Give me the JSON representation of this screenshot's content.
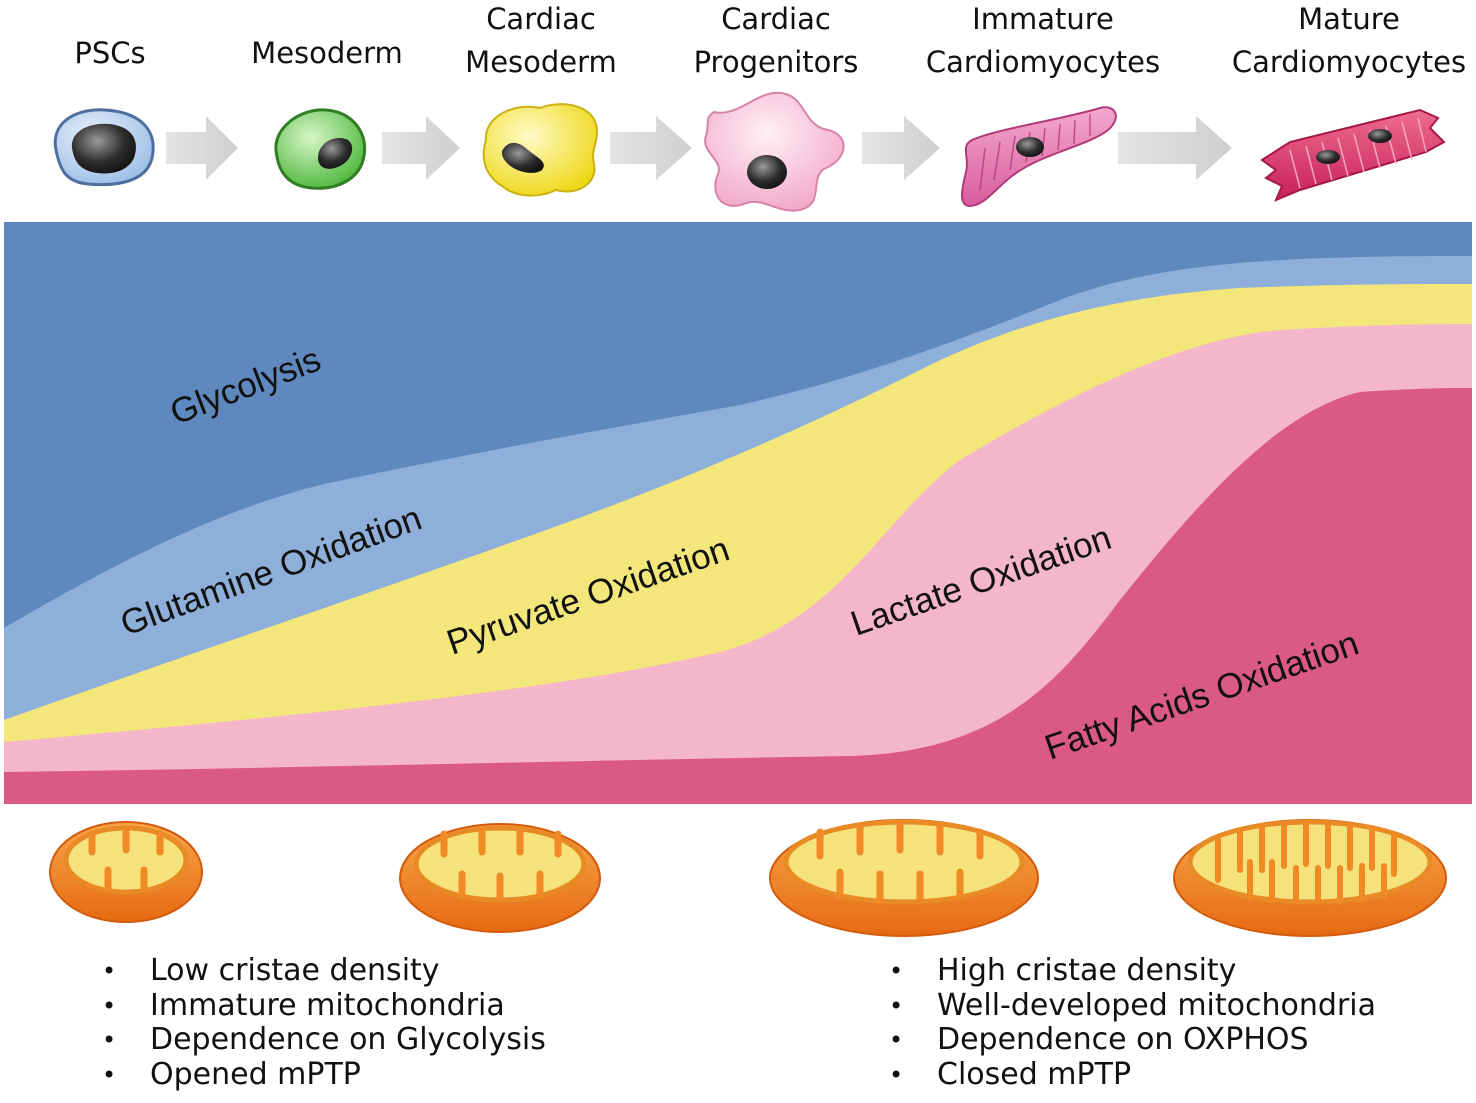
{
  "stages": [
    {
      "line1": "",
      "line2": "PSCs",
      "color": "#a9c7ea"
    },
    {
      "line1": "",
      "line2": "Mesoderm",
      "color": "#5cc24a"
    },
    {
      "line1": "Cardiac",
      "line2": "Mesoderm",
      "color": "#f4e51c"
    },
    {
      "line1": "Cardiac",
      "line2": "Progenitors",
      "color": "#f6b6d0"
    },
    {
      "line1": "Immature",
      "line2": "Cardiomyocytes",
      "color": "#e06aa8"
    },
    {
      "line1": "Mature",
      "line2": "Cardiomyocytes",
      "color": "#d8346a"
    }
  ],
  "metabolism": {
    "glycolysis": {
      "label": "Glycolysis",
      "color": "#5f89be"
    },
    "glutamine": {
      "label": "Glutamine Oxidation",
      "color": "#8eafd9"
    },
    "pyruvate": {
      "label": "Pyruvate Oxidation",
      "color": "#f3e77c"
    },
    "lactate": {
      "label": "Lactate Oxidation",
      "color": "#f4b6cb"
    },
    "fatty_acids": {
      "label": "Fatty Acids Oxidation",
      "color": "#db5a85"
    }
  },
  "left_notes": [
    "Low cristae density",
    "Immature mitochondria",
    "Dependence on Glycolysis",
    "Opened mPTP"
  ],
  "right_notes": [
    "High cristae density",
    "Well-developed mitochondria",
    "Dependence on OXPHOS",
    "Closed mPTP"
  ]
}
